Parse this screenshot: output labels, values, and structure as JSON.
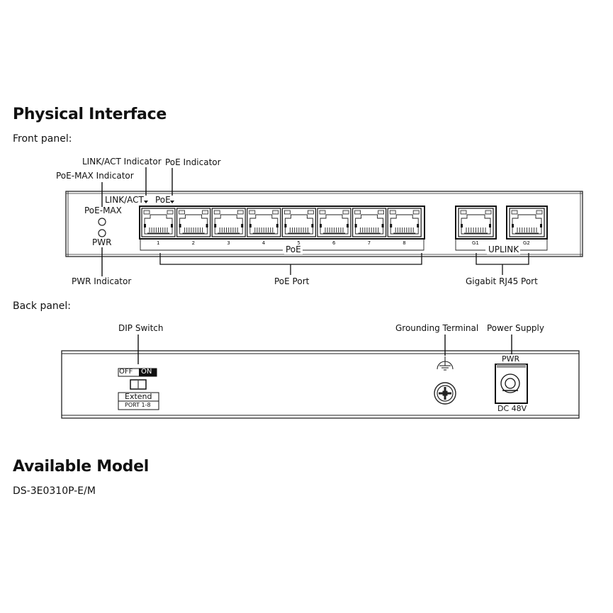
{
  "sections": {
    "physical_interface": {
      "title": "Physical Interface",
      "front_panel_label": "Front panel:",
      "back_panel_label": "Back panel:"
    },
    "available_model": {
      "title": "Available Model",
      "model": "DS-3E0310P-E/M"
    }
  },
  "front_panel": {
    "callouts": {
      "link_act_indicator": "LINK/ACT Indicator",
      "poe_indicator": "PoE Indicator",
      "poe_max_indicator": "PoE-MAX Indicator",
      "pwr_indicator": "PWR Indicator",
      "poe_port": "PoE Port",
      "gigabit_port": "Gigabit RJ45 Port"
    },
    "printed": {
      "link_act": "LINK/ACT",
      "poe_led": "PoE",
      "poe_max": "PoE-MAX",
      "pwr": "PWR",
      "poe_group": "PoE",
      "uplink_group": "UPLINK"
    },
    "poe_ports": [
      "1",
      "2",
      "3",
      "4",
      "5",
      "6",
      "7",
      "8"
    ],
    "uplink_ports": [
      "G1",
      "G2"
    ]
  },
  "back_panel": {
    "callouts": {
      "dip_switch": "DIP Switch",
      "grounding_terminal": "Grounding Terminal",
      "power_supply": "Power Supply"
    },
    "dip": {
      "off": "OFF",
      "on": "ON",
      "mode": "Extend",
      "ports": "PORT 1-8"
    },
    "power": {
      "label": "PWR",
      "rating": "DC 48V"
    }
  }
}
